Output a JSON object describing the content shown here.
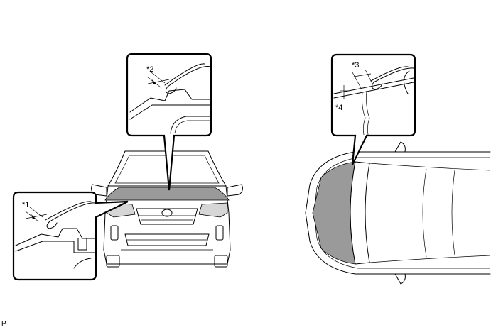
{
  "labels": {
    "callout_1": "*1",
    "callout_2": "*2",
    "callout_3": "*3",
    "callout_4": "*4"
  },
  "footer": {
    "code": "P"
  }
}
